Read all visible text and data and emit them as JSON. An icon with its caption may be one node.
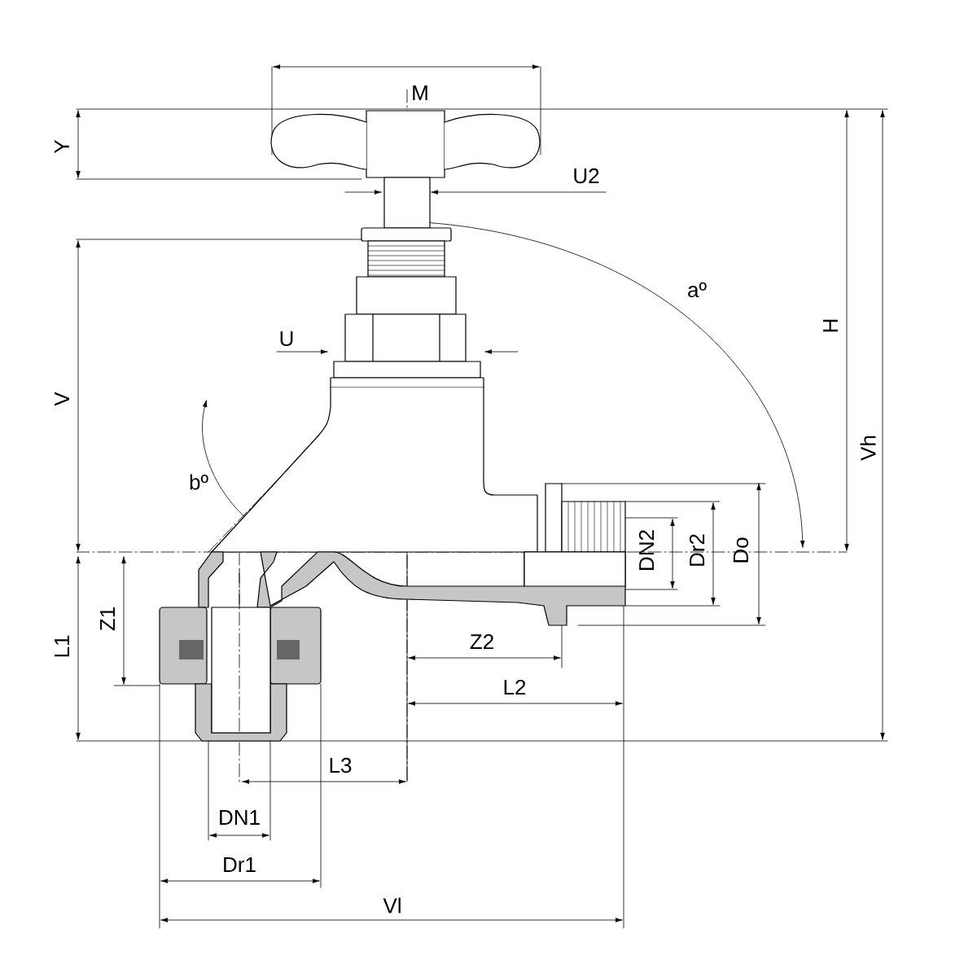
{
  "diagram": {
    "labels": [
      "M",
      "Y",
      "U2",
      "aº",
      "U",
      "V",
      "H",
      "Vh",
      "bº",
      "DN2",
      "Dr2",
      "Do",
      "Z1",
      "Z2",
      "L1",
      "L2",
      "L3",
      "DN1",
      "Dr1",
      "Vl"
    ]
  }
}
